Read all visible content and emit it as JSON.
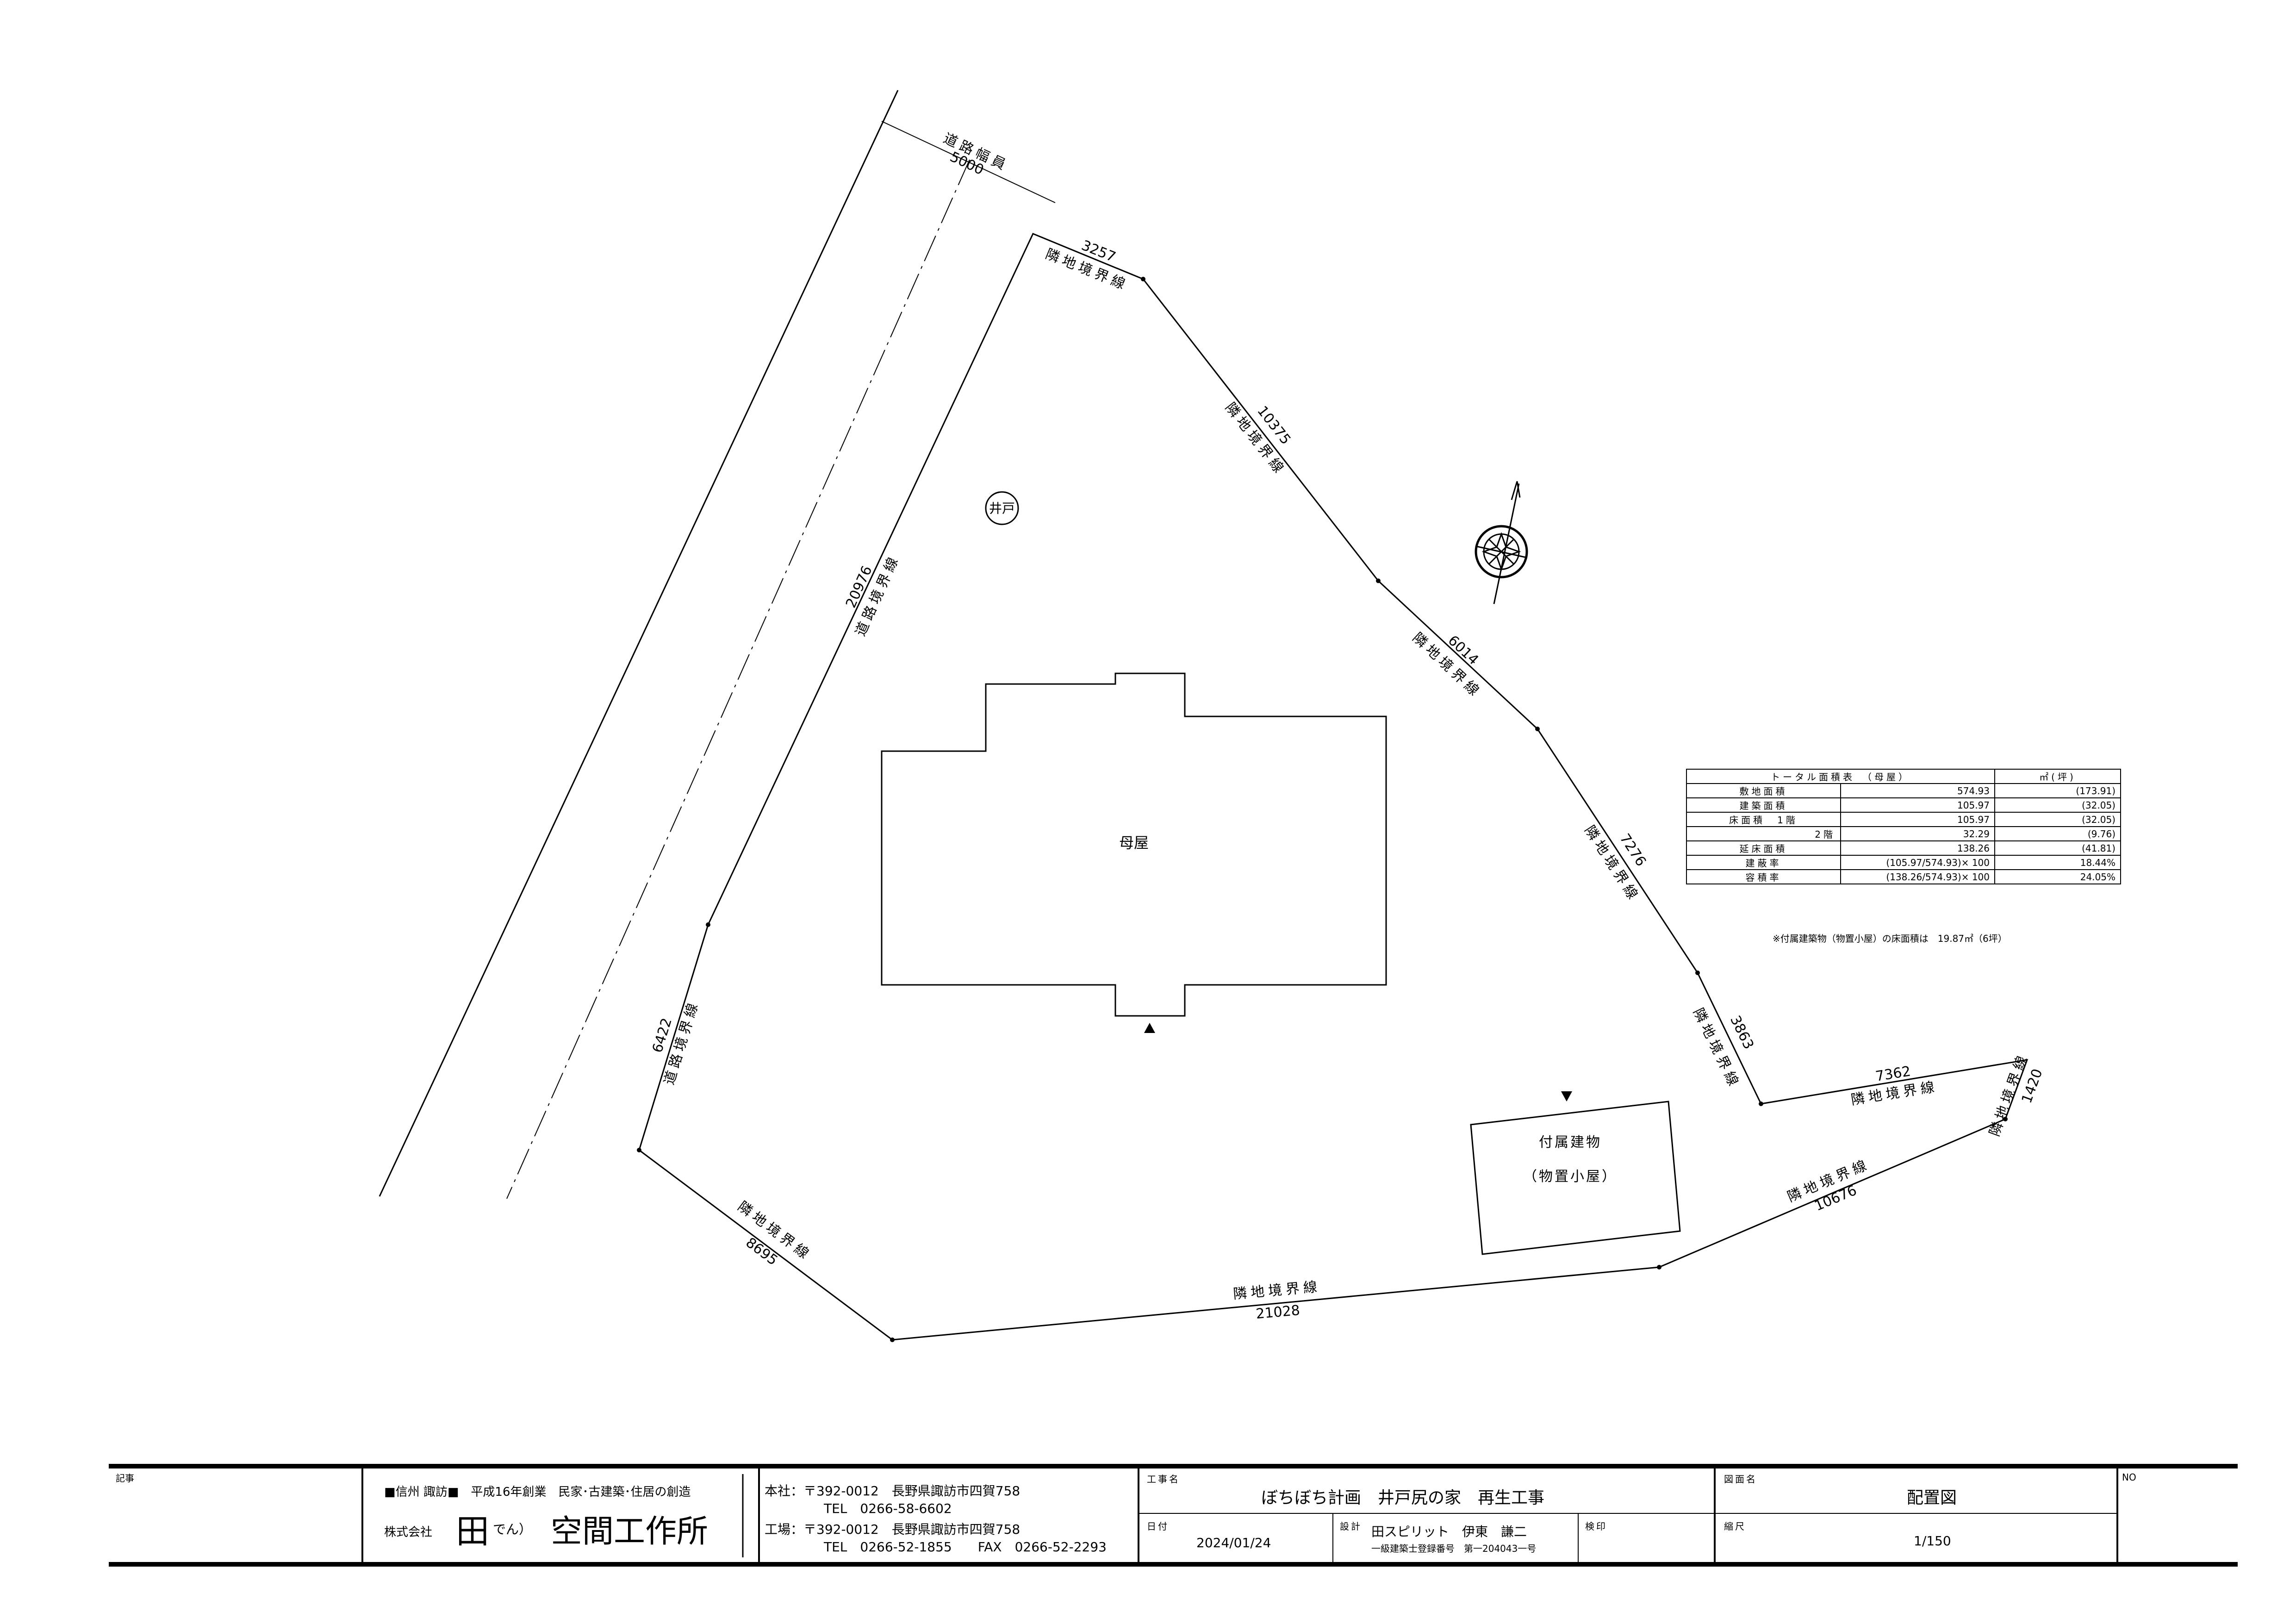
{
  "site": {
    "road_width_label": "道路幅員",
    "road_width_value": "5000",
    "edges": [
      {
        "label": "隣地境界線",
        "length": "3257"
      },
      {
        "label": "隣地境界線",
        "length": "10375"
      },
      {
        "label": "隣地境界線",
        "length": "6014"
      },
      {
        "label": "隣地境界線",
        "length": "7276"
      },
      {
        "label": "隣地境界線",
        "length": "3863"
      },
      {
        "label": "隣地境界線",
        "length": "7362"
      },
      {
        "label": "隣地境界線",
        "length": "1420"
      },
      {
        "label": "隣地境界線",
        "length": "10676"
      },
      {
        "label": "隣地境界線",
        "length": "21028"
      },
      {
        "label": "隣地境界線",
        "length": "8695"
      },
      {
        "label": "道路境界線",
        "length": "6422"
      },
      {
        "label": "道路境界線",
        "length": "20976"
      }
    ],
    "well_label": "井戸",
    "main_house_label": "母屋",
    "annex_label": "付属建物",
    "annex_sub_label": "（物置小屋）"
  },
  "area_table": {
    "title": "トータル面積表　（母屋）",
    "unit": "㎡(坪)",
    "rows": [
      {
        "label": "敷地面積",
        "value": "574.93",
        "extra": "(173.91)"
      },
      {
        "label": "建築面積",
        "value": "105.97",
        "extra": "(32.05)"
      },
      {
        "label": "床面積　1階",
        "value": "105.97",
        "extra": "(32.05)"
      },
      {
        "label": "2階",
        "value": "32.29",
        "extra": "(9.76)"
      },
      {
        "label": "延床面積",
        "value": "138.26",
        "extra": "(41.81)"
      },
      {
        "label": "建蔽率",
        "value": "(105.97/574.93)× 100",
        "extra": "18.44%"
      },
      {
        "label": "容積率",
        "value": "(138.26/574.93)× 100",
        "extra": "24.05%"
      }
    ],
    "note": "※付属建築物（物置小屋）の床面積は　19.87㎡（6坪）"
  },
  "title_block": {
    "notes_label": "記事",
    "tagline": "■信州 諏訪■　平成16年創業　民家･古建築･住居の創造",
    "company_prefix": "株式会社",
    "company_mark": "田",
    "company_reading": "でん）",
    "company_name": "空間工作所",
    "office_line1": "本社：〒392-0012　長野県諏訪市四賀758",
    "office_line2": "TEL　0266-58-6602",
    "factory_line1": "工場：〒392-0012　長野県諏訪市四賀758",
    "factory_line2": "TEL　0266-52-1855　　FAX　0266-52-2293",
    "project_label": "工事名",
    "project_name": "ぼちぼち計画　井戸尻の家　再生工事",
    "date_label": "日付",
    "date_value": "2024/01/24",
    "design_label": "設計",
    "designer": "田スピリット　伊東　謙二",
    "registration": "一級建築士登録番号　第一204043一号",
    "check_label": "検印",
    "drawing_label": "図面名",
    "drawing_name": "配置図",
    "scale_label": "縮尺",
    "scale_value": "1/150",
    "no_label": "NO"
  }
}
